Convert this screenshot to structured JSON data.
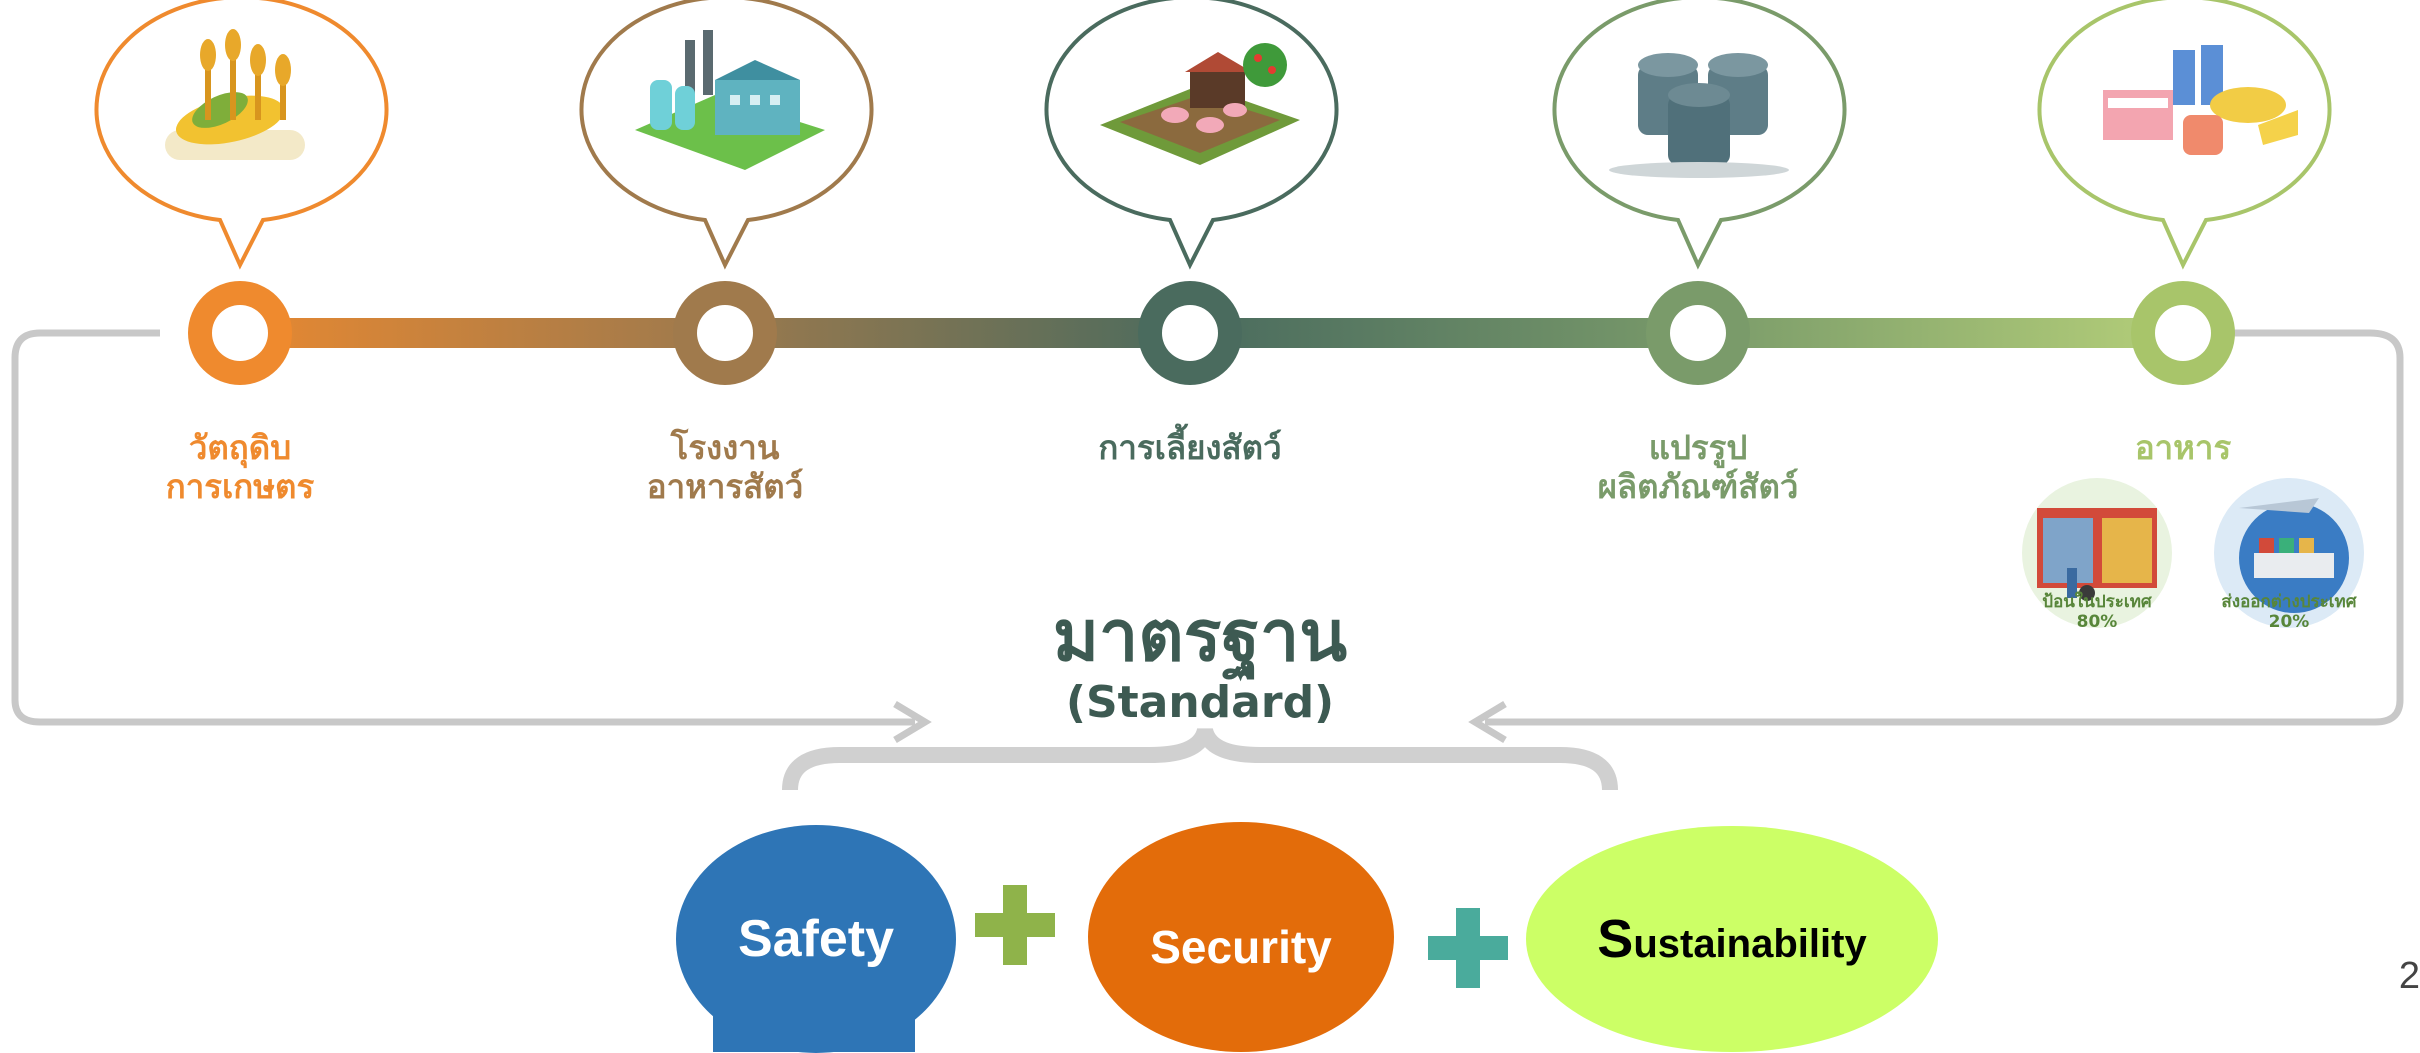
{
  "stages": [
    {
      "label": "วัตถุดิบ\nการเกษตร",
      "color": "#ef8a2e",
      "icon": "corn-crop-icon"
    },
    {
      "label": "โรงงาน\nอาหารสัตว์",
      "color": "#a07a4c",
      "icon": "feed-factory-icon"
    },
    {
      "label": "การเลี้ยงสัตว์",
      "color": "#4a6b5e",
      "icon": "livestock-farm-icon"
    },
    {
      "label": "แปรรูป\nผลิตภัณฑ์สัตว์",
      "color": "#7a9b6a",
      "icon": "processing-tanks-icon"
    },
    {
      "label": "อาหาร",
      "color": "#a8c56a",
      "icon": "food-products-icon"
    }
  ],
  "distribution": [
    {
      "label": "ป้อนในประเทศ\n80%",
      "icon": "supermarket-icon"
    },
    {
      "label": "ส่งออกต่างประเทศ\n20%",
      "icon": "export-globe-icon"
    }
  ],
  "standard": {
    "title": "มาตรฐาน",
    "subtitle": "(Standard)"
  },
  "pillars": [
    {
      "label": "Safety",
      "color": "#2e75b6",
      "text_color": "#ffffff"
    },
    {
      "label": "Security",
      "color": "#e36c0a",
      "text_color": "#ffffff"
    },
    {
      "label_first": "S",
      "label_rest": "ustainability",
      "color": "#ccff66",
      "text_color": "#000000"
    }
  ],
  "plus_colors": [
    "#8fb34a",
    "#4aab9c"
  ],
  "page_number": "2"
}
